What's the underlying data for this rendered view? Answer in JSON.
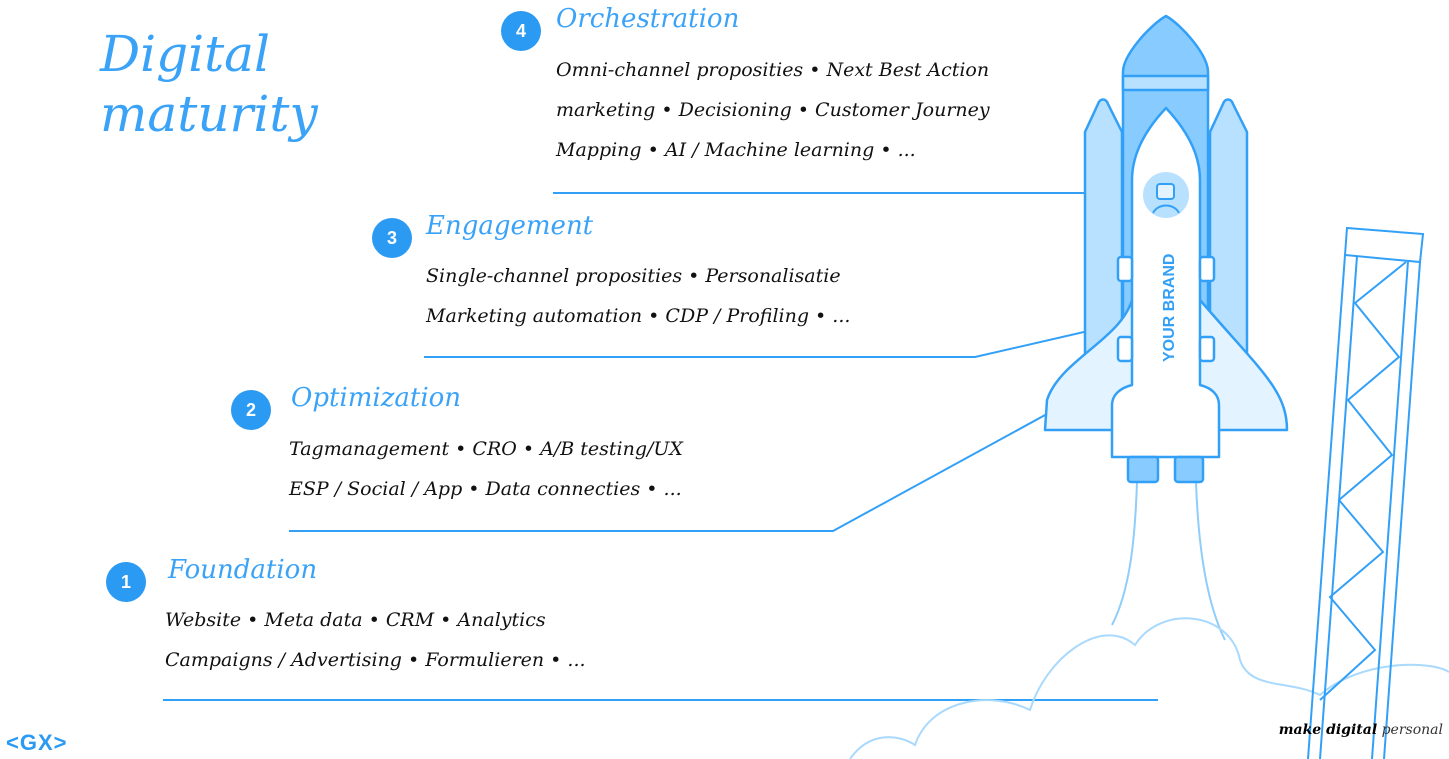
{
  "title": [
    "Digital",
    "maturity"
  ],
  "stages": [
    {
      "number": "4",
      "title": "Orchestration",
      "lines": [
        "Omni-channel proposities • Next Best Action",
        "marketing • Decisioning • Customer Journey",
        "Mapping • AI / Machine learning • ..."
      ]
    },
    {
      "number": "3",
      "title": "Engagement",
      "lines": [
        "Single-channel proposities • Personalisatie",
        "Marketing automation • CDP / Profiling • ..."
      ]
    },
    {
      "number": "2",
      "title": "Optimization",
      "lines": [
        "Tagmanagement • CRO • A/B testing/UX",
        "ESP / Social / App • Data connecties • ..."
      ]
    },
    {
      "number": "1",
      "title": "Foundation",
      "lines": [
        "Website • Meta data • CRM • Analytics",
        "Campaigns / Advertising • Formulieren • ..."
      ]
    }
  ],
  "rocket_label": "YOUR BRAND",
  "logo": "<GX>",
  "tagline": {
    "bold": "make digital",
    "italic": "personal"
  },
  "colors": {
    "accent": "#2b9af3",
    "light": "#b8e0ff",
    "mid": "#88ccff"
  }
}
